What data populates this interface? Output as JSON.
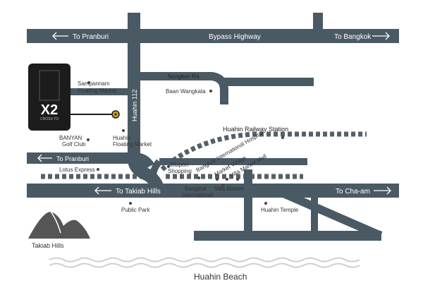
{
  "colors": {
    "road": "#4a5a64",
    "railway": "#555f66",
    "logo_bg": "#1c1c1c",
    "hills": "#555555",
    "water": "#cfcfcf",
    "pin": "#c9a227"
  },
  "roads": {
    "bypass_highway": "Bypass Highway",
    "to_pranburi_top": "To Pranburi",
    "to_bangkok": "To Bangkok",
    "nongkon": "Nongkon Rd.",
    "huahin_112": "Huahin 112",
    "to_pranburi_mid": "To Pranburi",
    "to_takiab_hills": "To Takiab Hills",
    "to_cha_am": "To Cha-am",
    "railway_station": "Huahin Railway Station"
  },
  "places": {
    "sampannam_1": "Sampannam",
    "sampannam_2": "Floating Market",
    "baan_wangkata": "Baan Wangkata",
    "banyan_1": "BANYAN",
    "banyan_2": "Golf Club",
    "huahin_floating_1": "Huahin",
    "huahin_floating_2": "Floating Market",
    "lotus_express": "Lotus Express",
    "bluport_1": "Bluport",
    "bluport_2": "Shopping",
    "bangkok_hospital": "Bangkok International Hospital",
    "market_village": "Market Village",
    "villa_mall": "Villa Market Mall",
    "bangkok_intl_1": "Bangkok",
    "bangkok_intl_2": "International",
    "villa_market": "Villa Market",
    "public_park": "Public Park",
    "huahin_temple": "Huahin Temple",
    "takiab_hills": "Takiab Hills",
    "huahin_beach": "Huahin Beach"
  },
  "logo": {
    "main": "X2",
    "sub": "CROSS TO"
  },
  "icons": {
    "arrow_left": "arrow-left-icon",
    "arrow_right": "arrow-right-icon",
    "location_pin": "location-pin-icon"
  }
}
